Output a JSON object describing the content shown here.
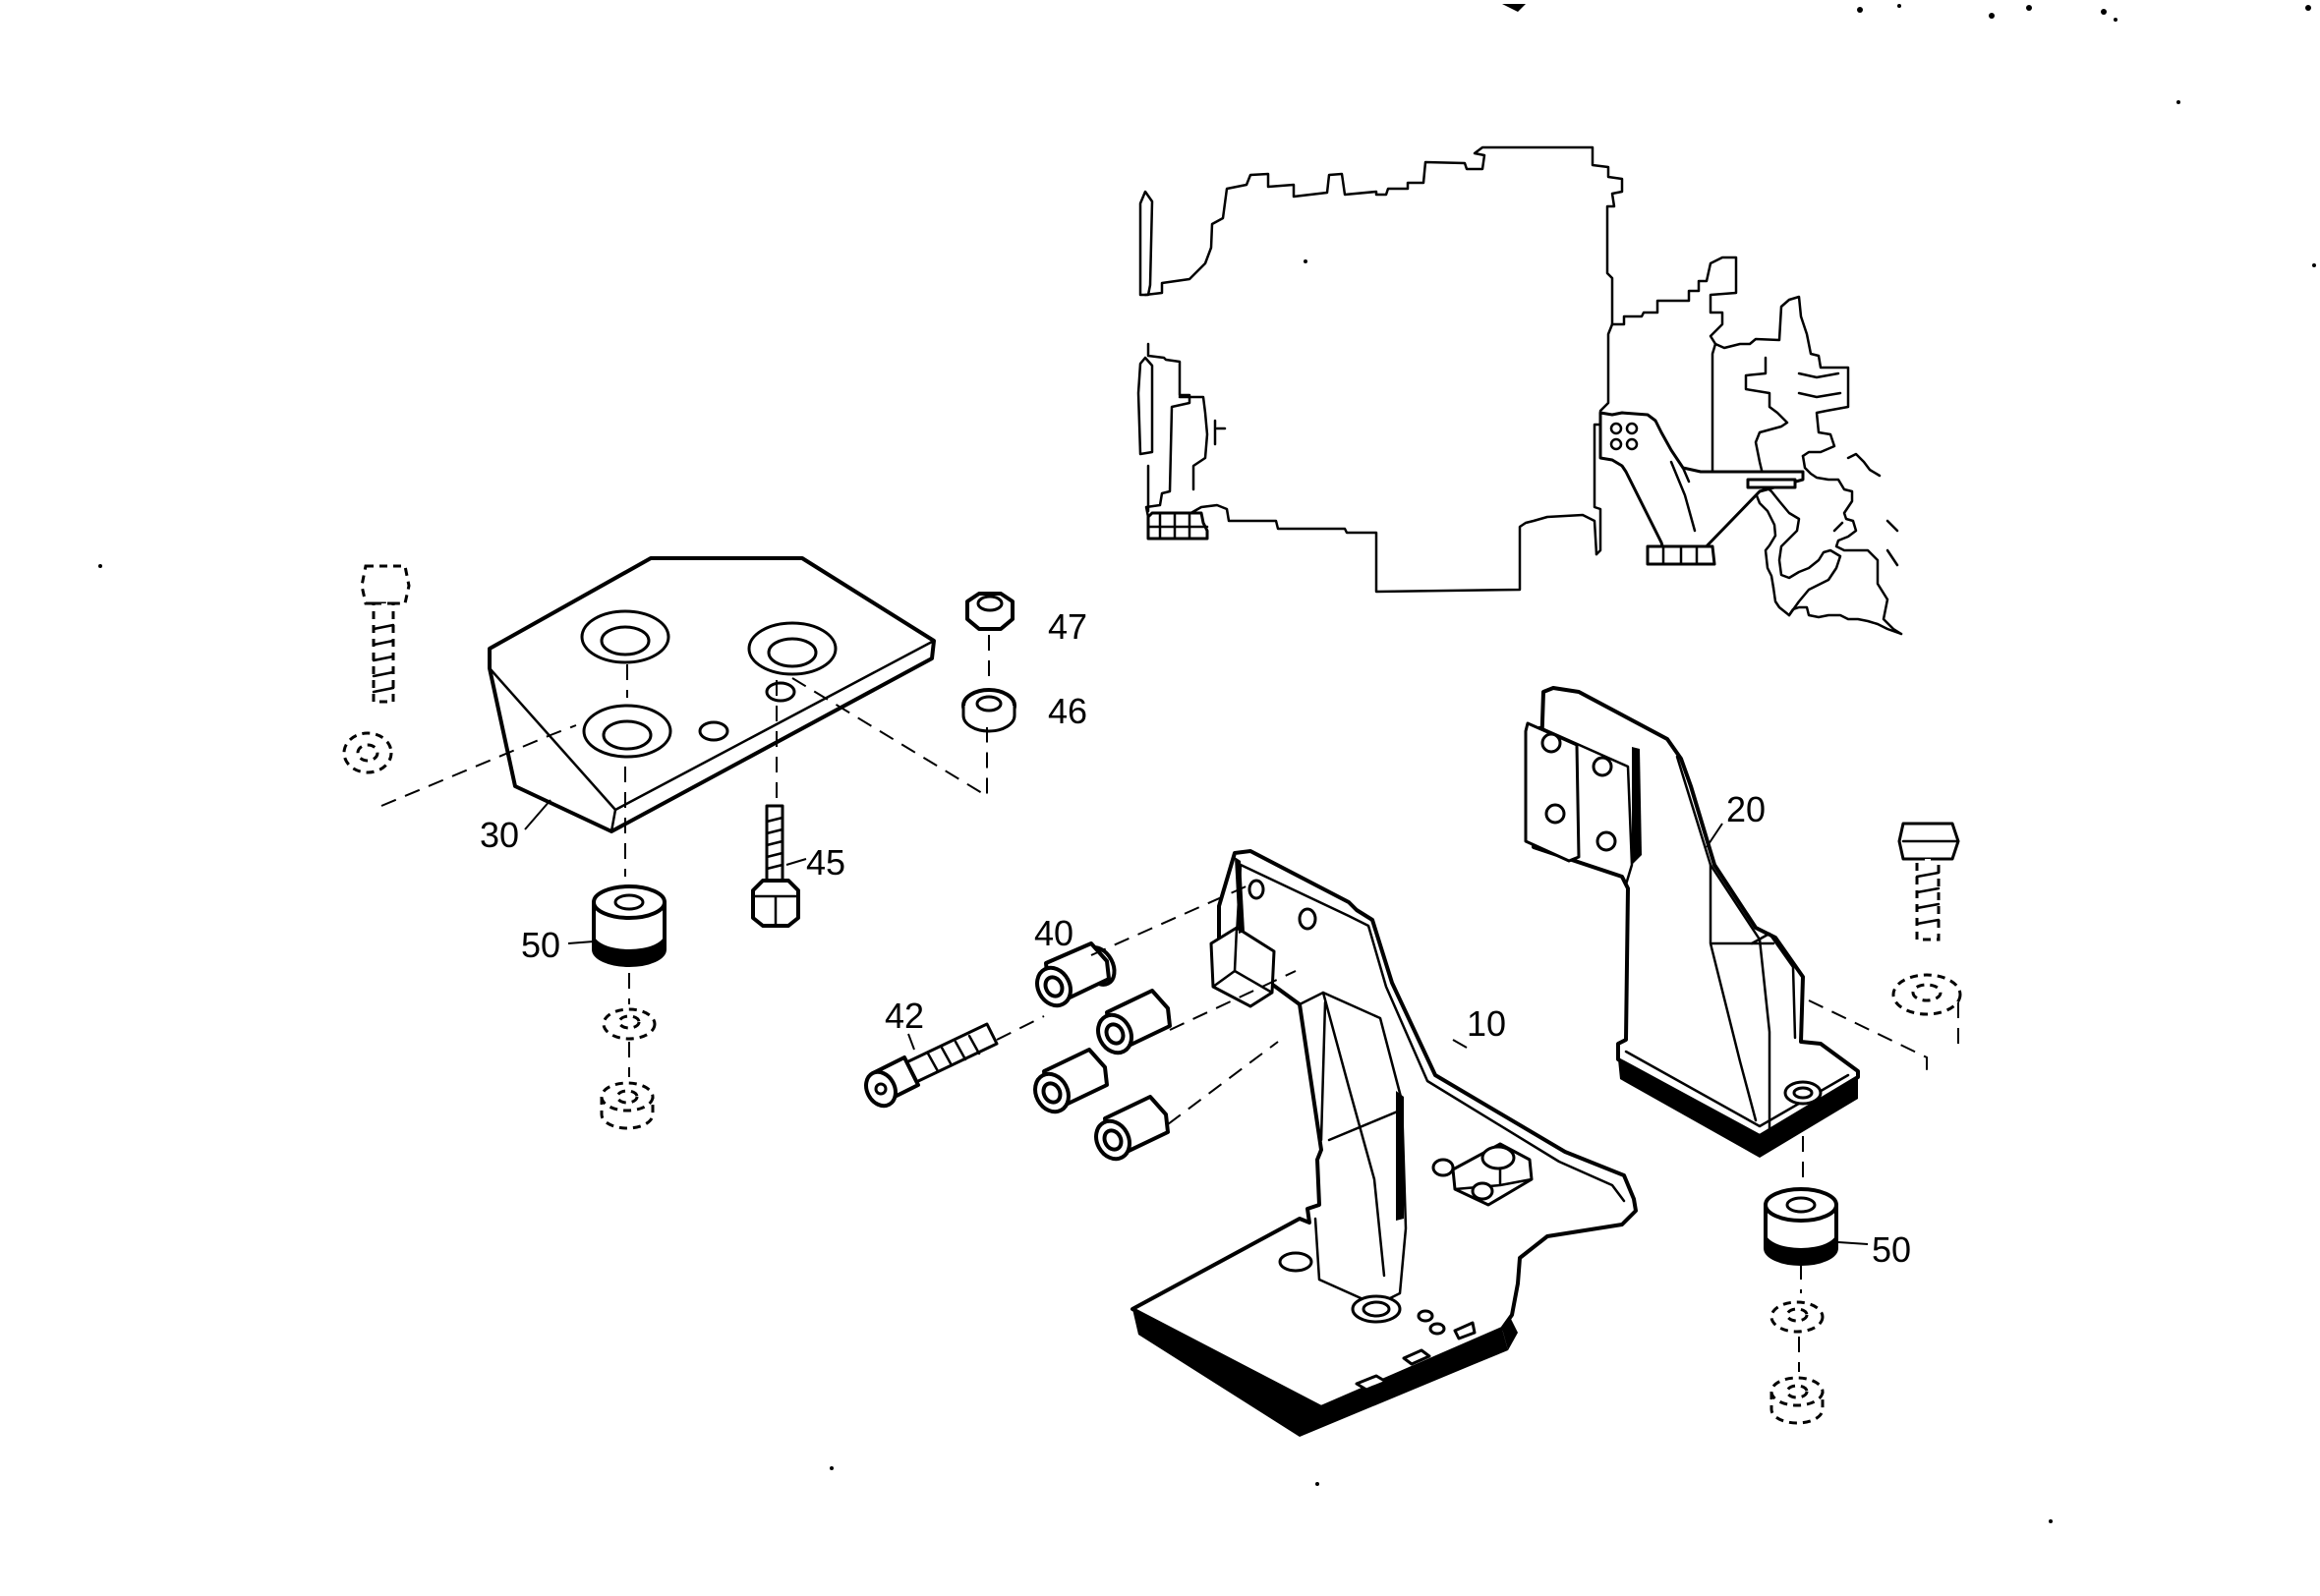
{
  "callouts": {
    "c10": "10",
    "c20": "20",
    "c30": "30",
    "c40": "40",
    "c42": "42",
    "c45": "45",
    "c46": "46",
    "c47": "47",
    "c50_left": "50",
    "c50_right": "50"
  },
  "colors": {
    "ink": "#000000",
    "paper": "#ffffff"
  }
}
